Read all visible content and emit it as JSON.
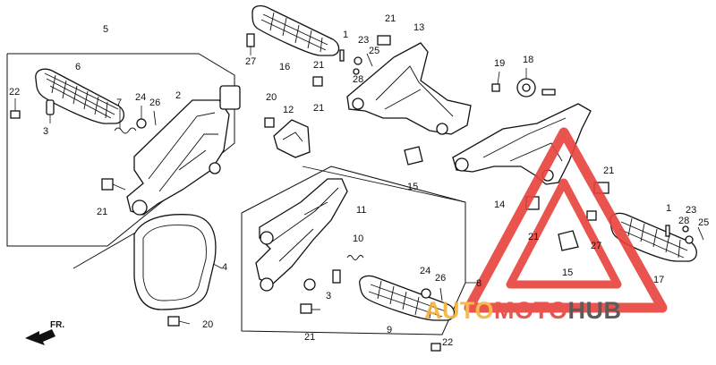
{
  "callouts": [
    {
      "id": "c5a",
      "text": "5"
    },
    {
      "id": "c6",
      "text": "6"
    },
    {
      "id": "c22a",
      "text": "22"
    },
    {
      "id": "c3a",
      "text": "3"
    },
    {
      "id": "c7",
      "text": "7"
    },
    {
      "id": "c24a",
      "text": "24"
    },
    {
      "id": "c26a",
      "text": "26"
    },
    {
      "id": "c2",
      "text": "2"
    },
    {
      "id": "c21a",
      "text": "21"
    },
    {
      "id": "c27a",
      "text": "27"
    },
    {
      "id": "c16",
      "text": "16"
    },
    {
      "id": "c20a",
      "text": "20"
    },
    {
      "id": "c12",
      "text": "12"
    },
    {
      "id": "c21b",
      "text": "21"
    },
    {
      "id": "c21c",
      "text": "21"
    },
    {
      "id": "c1a",
      "text": "1"
    },
    {
      "id": "c23a",
      "text": "23"
    },
    {
      "id": "c25a",
      "text": "25"
    },
    {
      "id": "c28a",
      "text": "28"
    },
    {
      "id": "c21d",
      "text": "21"
    },
    {
      "id": "c13",
      "text": "13"
    },
    {
      "id": "c19",
      "text": "19"
    },
    {
      "id": "c18",
      "text": "18"
    },
    {
      "id": "c15a",
      "text": "15"
    },
    {
      "id": "c11",
      "text": "11"
    },
    {
      "id": "c10",
      "text": "10"
    },
    {
      "id": "c4",
      "text": "4"
    },
    {
      "id": "c3b",
      "text": "3"
    },
    {
      "id": "c20b",
      "text": "20"
    },
    {
      "id": "c21e",
      "text": "21"
    },
    {
      "id": "c24b",
      "text": "24"
    },
    {
      "id": "c26b",
      "text": "26"
    },
    {
      "id": "c8",
      "text": "8"
    },
    {
      "id": "c9",
      "text": "9"
    },
    {
      "id": "c22b",
      "text": "22"
    },
    {
      "id": "c14",
      "text": "14"
    },
    {
      "id": "c21f",
      "text": "21"
    },
    {
      "id": "c21g",
      "text": "21"
    },
    {
      "id": "c27b",
      "text": "27"
    },
    {
      "id": "c15b",
      "text": "15"
    },
    {
      "id": "c1b",
      "text": "1"
    },
    {
      "id": "c23b",
      "text": "23"
    },
    {
      "id": "c28b",
      "text": "28"
    },
    {
      "id": "c25b",
      "text": "25"
    },
    {
      "id": "c17",
      "text": "17"
    }
  ],
  "direction_label": "FR.",
  "watermark": {
    "brand_part1": "AUTO",
    "brand_part2": "MOTO",
    "brand_part3": "HUB",
    "colors": {
      "logo": "#e8423c",
      "auto": "#f6b23a",
      "moto": "#e8423c",
      "hub": "#4a4a4a"
    }
  }
}
